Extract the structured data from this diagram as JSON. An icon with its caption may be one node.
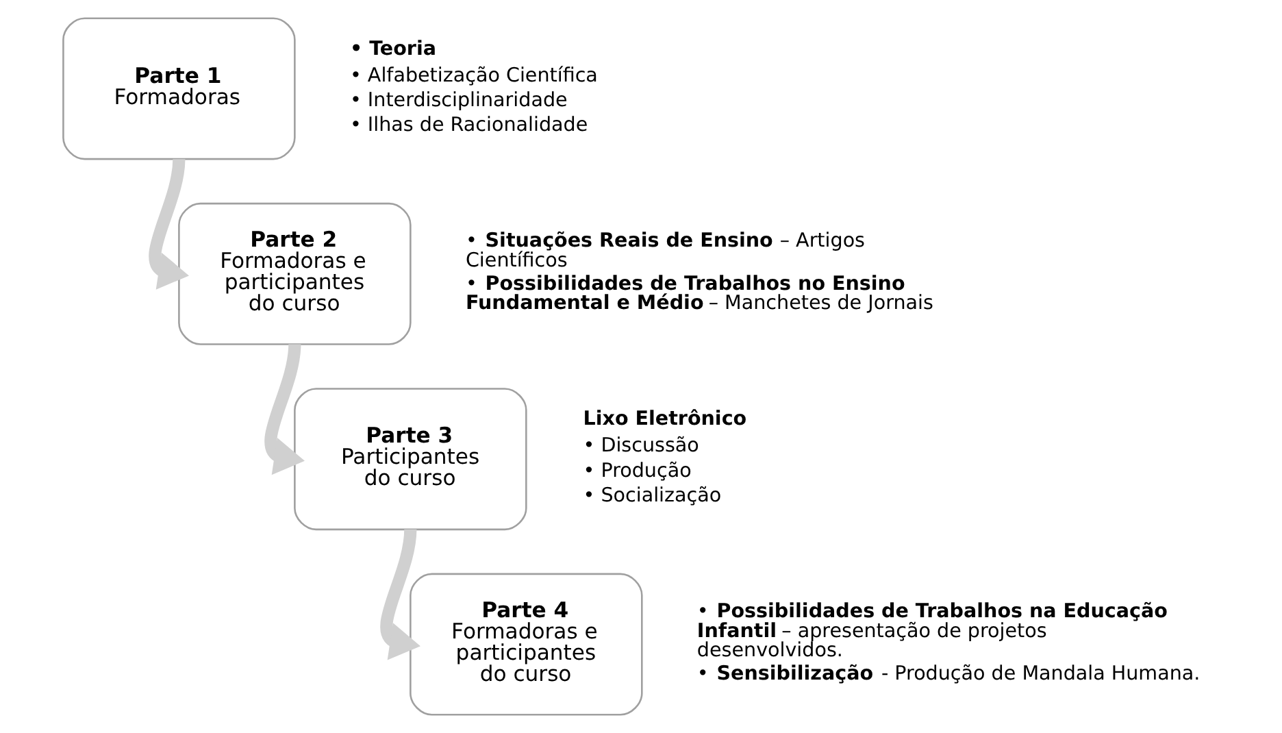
{
  "diagram": {
    "nodes": [
      {
        "text": [
          "Parte 1",
          "Formadoras"
        ],
        "beside": [
          "• Teoria",
          "• Alfabetização Científica",
          "• Interdisciplinaridade",
          "• Ilhas de Racionalidade"
        ]
      },
      {
        "text": [
          "Parte 2",
          "Formadoras e participantes do curso"
        ],
        "beside": [
          "• **Situações Reais de Ensino** – Artigos Científicos",
          "• **Possibilidades de Trabalhos no Ensino Fundamental e Médio** – Manchetes de Jornais"
        ]
      },
      {
        "text": [
          "Parte 3",
          "Participantes do curso"
        ],
        "beside": [
          "Lixo Eletrônico",
          "• Discussão",
          "• Produção",
          "• Socialização"
        ]
      },
      {
        "text": [
          "Parte 4",
          "Formadoras e participantes do curso"
        ],
        "beside": [
          "• **Possibilidades de Trabalhos na Educação Infantil** – apresentação de projetos desenvolvidos.",
          "• **Sensibilização** - Produção de Mandala Humana."
        ]
      }
    ],
    "edges": [
      {
        "from": 0,
        "to": 1,
        "arrow": "to"
      },
      {
        "from": 1,
        "to": 2,
        "arrow": "to"
      },
      {
        "from": 2,
        "to": 3,
        "arrow": "to"
      }
    ]
  }
}
